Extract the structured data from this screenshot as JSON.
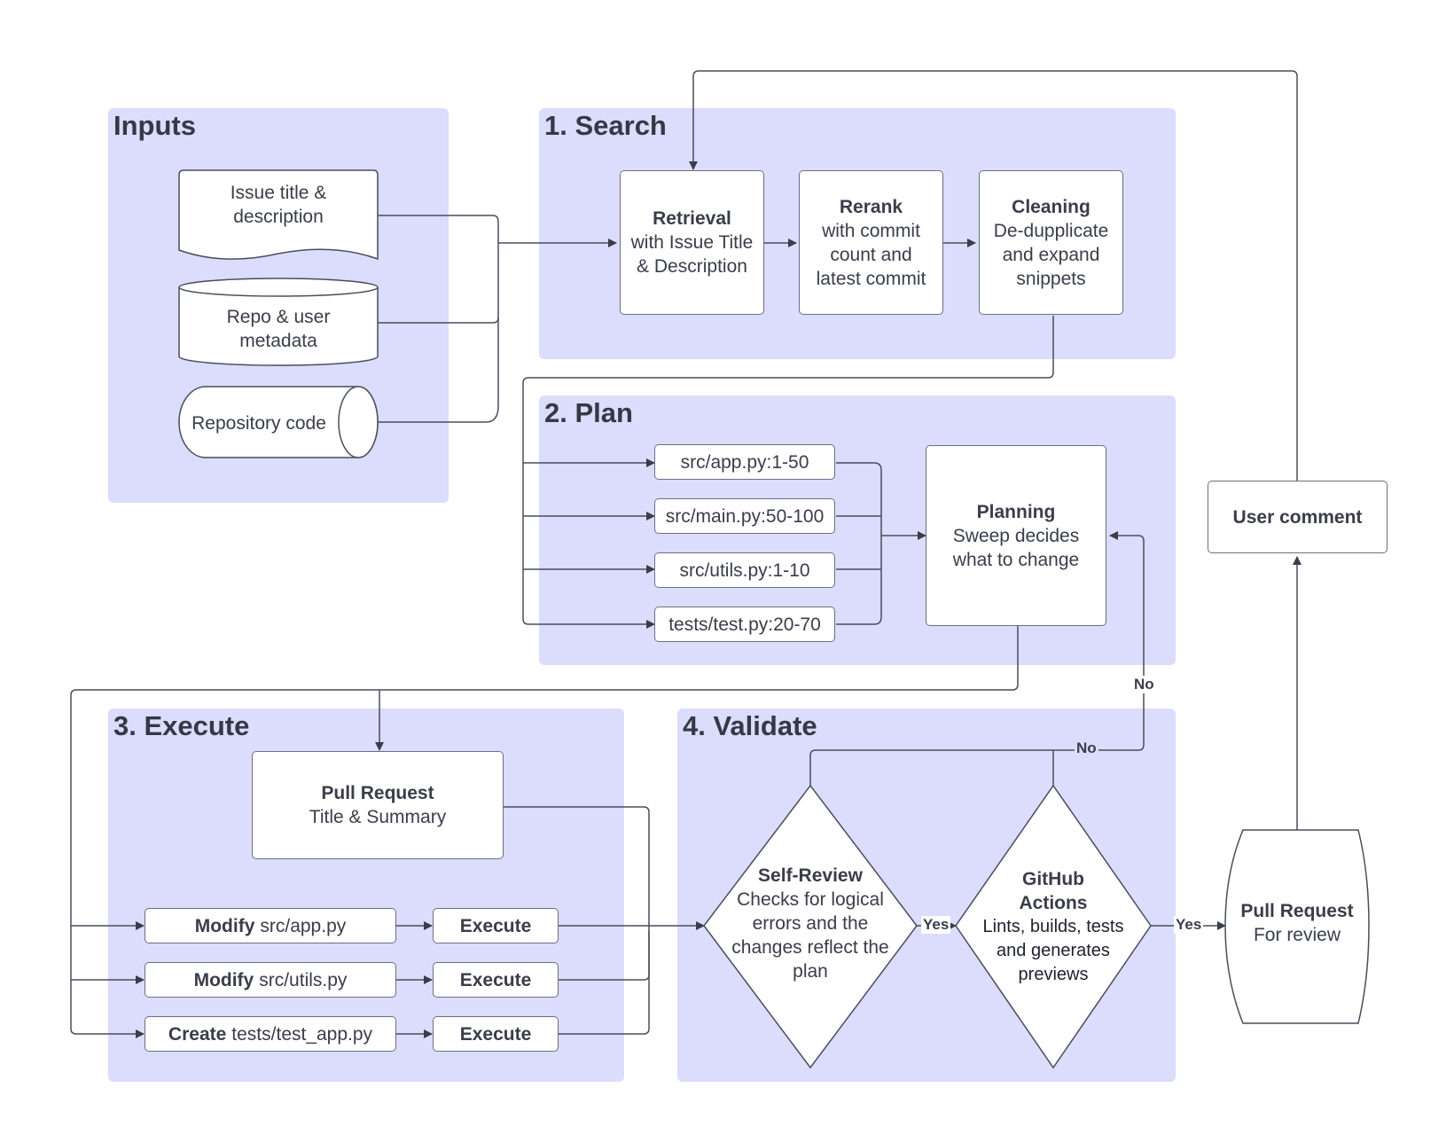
{
  "groups": {
    "inputs": "Inputs",
    "search": "1. Search",
    "plan": "2. Plan",
    "execute": "3. Execute",
    "validate": "4. Validate"
  },
  "inputs": {
    "issue": "Issue title & description",
    "metadata": "Repo & user metadata",
    "code": "Repository code"
  },
  "search": {
    "retrieval": {
      "title": "Retrieval",
      "desc": "with Issue Title & Description"
    },
    "rerank": {
      "title": "Rerank",
      "desc": "with commit count and latest commit"
    },
    "cleaning": {
      "title": "Cleaning",
      "desc": "De-dupplicate and expand snippets"
    }
  },
  "plan": {
    "snippets": [
      "src/app.py:1-50",
      "src/main.py:50-100",
      "src/utils.py:1-10",
      "tests/test.py:20-70"
    ],
    "planning": {
      "title": "Planning",
      "desc": "Sweep decides what to change"
    }
  },
  "execute": {
    "pr": {
      "title": "Pull Request",
      "desc": "Title & Summary"
    },
    "tasks": [
      {
        "verb": "Modify",
        "target": "src/app.py"
      },
      {
        "verb": "Modify",
        "target": "src/utils.py"
      },
      {
        "verb": "Create",
        "target": "tests/test_app.py"
      }
    ],
    "execute_label": "Execute"
  },
  "validate": {
    "self_review": {
      "title": "Self-Review",
      "desc": "Checks for logical errors and the changes reflect the plan"
    },
    "gh_actions": {
      "title": "GitHub Actions",
      "desc": "Lints, builds, tests and generates previews"
    }
  },
  "output": {
    "pr_review": {
      "title": "Pull Request",
      "desc": "For review"
    },
    "user_comment": "User comment"
  },
  "edge_labels": {
    "yes": "Yes",
    "no": "No"
  },
  "colors": {
    "group_fill": "#dcdcfd",
    "stroke": "#3a3d4a",
    "node_fill": "#ffffff"
  }
}
